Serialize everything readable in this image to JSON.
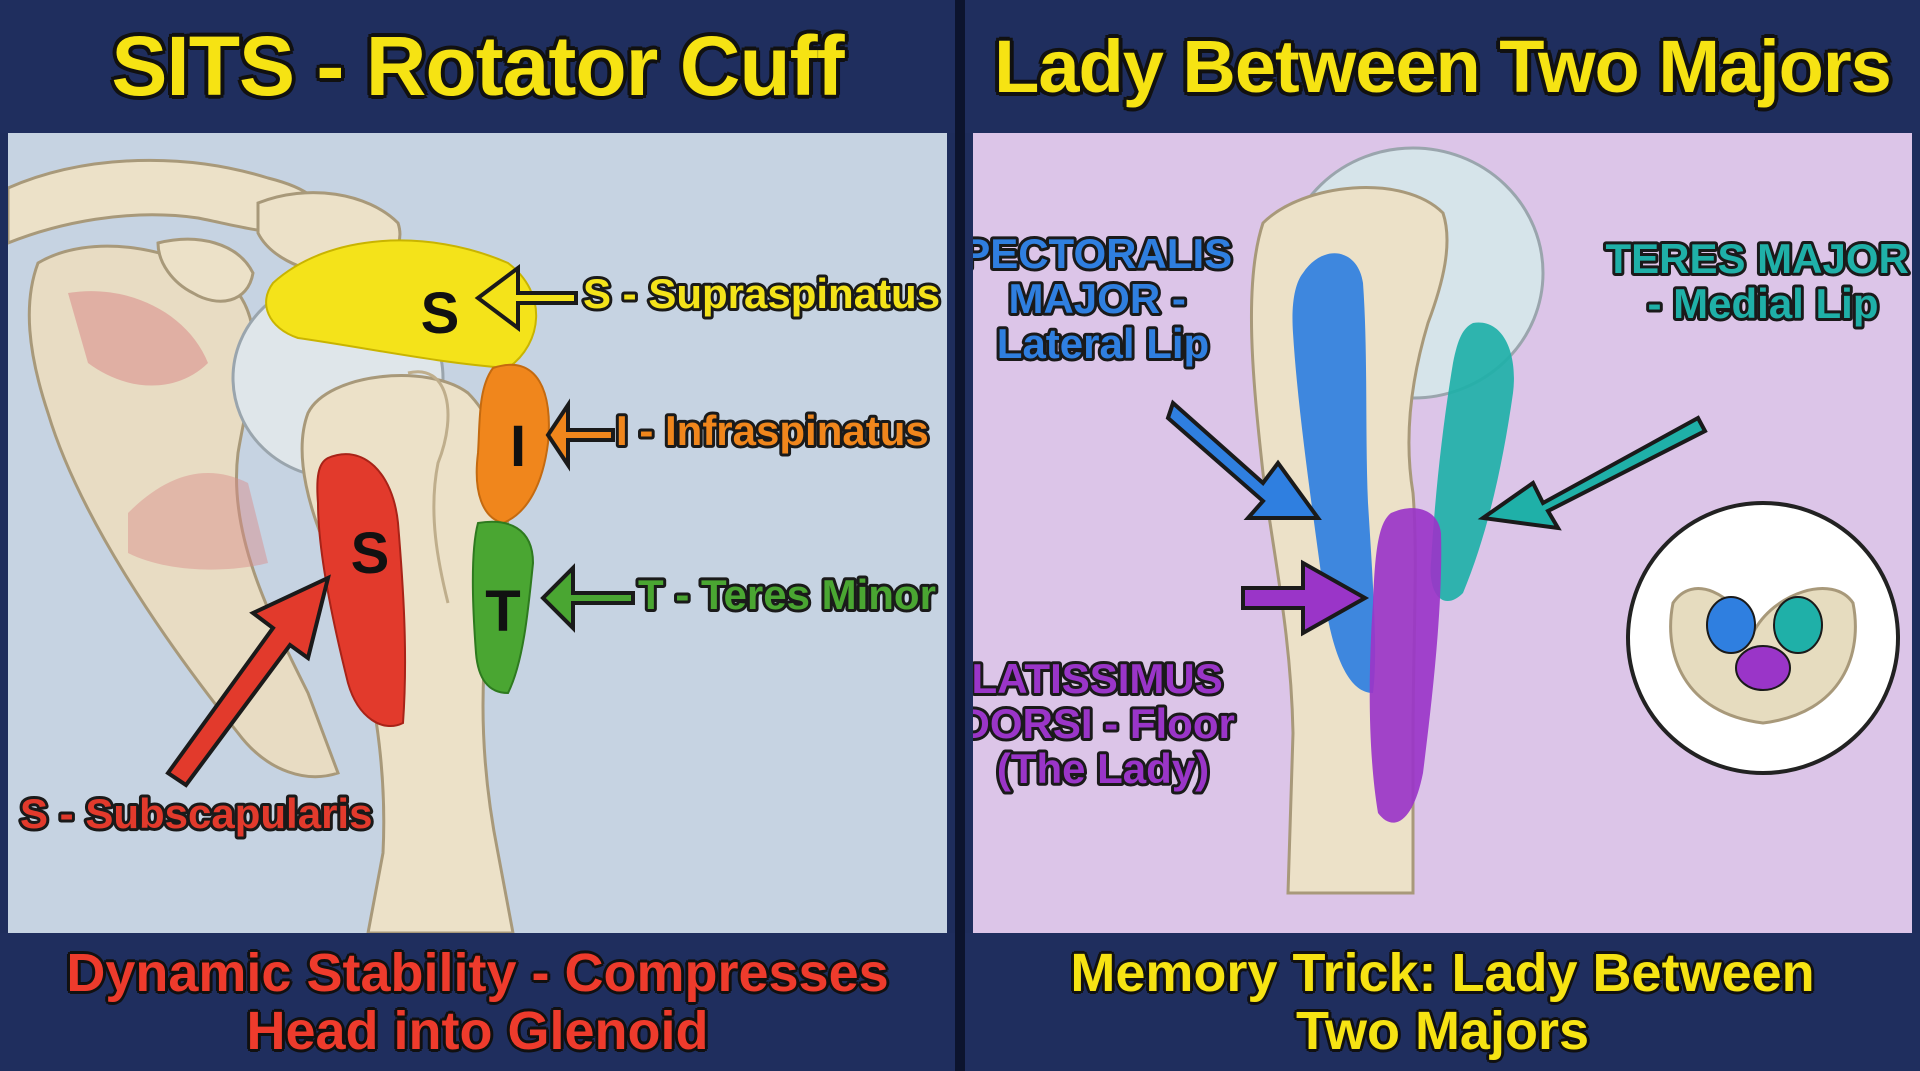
{
  "left_panel": {
    "title": "SITS - Rotator Cuff",
    "letters": {
      "s_top": "S",
      "i": "I",
      "t": "T",
      "s_sub": "S"
    },
    "labels": {
      "supraspinatus": "S - Supraspinatus",
      "infraspinatus": "I - Infraspinatus",
      "teres_minor": "T - Teres Minor",
      "subscapularis": "S - Subscapularis"
    },
    "footer": [
      "Dynamic Stability - Compresses",
      "Head into Glenoid"
    ]
  },
  "right_panel": {
    "title": "Lady Between Two Majors",
    "labels": {
      "pectoralis": [
        "PECTORALIS",
        "MAJOR -",
        "Lateral Lip"
      ],
      "teres_major": [
        "TERES MAJOR",
        "- Medial Lip"
      ],
      "latissimus": [
        "LATISSIMUS",
        "DORSI - Floor",
        "(The Lady)"
      ]
    },
    "footer": [
      "Memory Trick: Lady Between",
      "Two Majors"
    ]
  },
  "colors": {
    "supraspinatus": "#f4e31a",
    "infraspinatus": "#f0861c",
    "teres_minor": "#4aa632",
    "subscapularis": "#e23a2c",
    "pectoralis": "#2f7fe0",
    "teres_major": "#1fb0a8",
    "latissimus": "#9a35c8",
    "title": "#f6e313",
    "header_bg": "#1f2e5e"
  },
  "icons": [
    "arrow-icon",
    "cross-section-icon"
  ]
}
